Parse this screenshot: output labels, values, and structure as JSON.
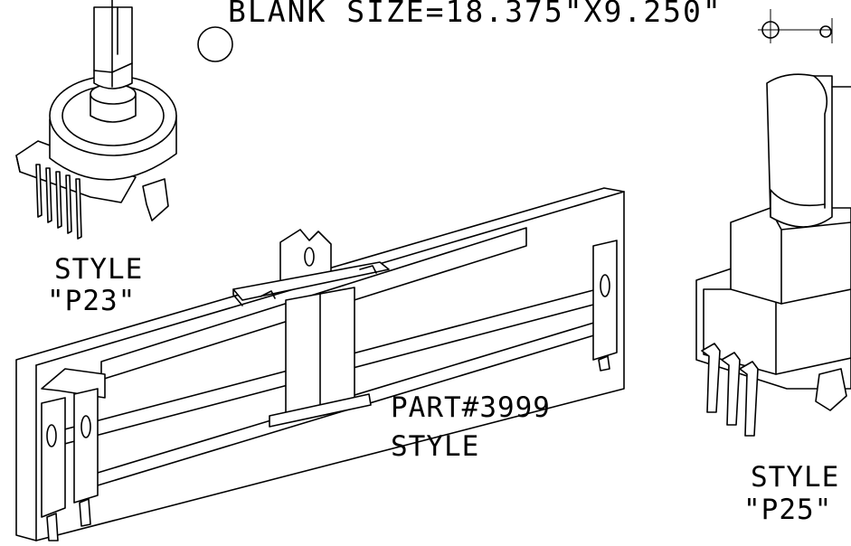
{
  "header": {
    "text": "BLANK SIZE=18.375\"X9.250\""
  },
  "labels": {
    "p23_line1": "STYLE",
    "p23_line2": "\"P23\"",
    "slider_line1": "PART#3999",
    "slider_line2": "STYLE",
    "p25_line1": "STYLE",
    "p25_line2": "\"P25\""
  },
  "colors": {
    "ink": "#000000",
    "paper": "#ffffff"
  }
}
